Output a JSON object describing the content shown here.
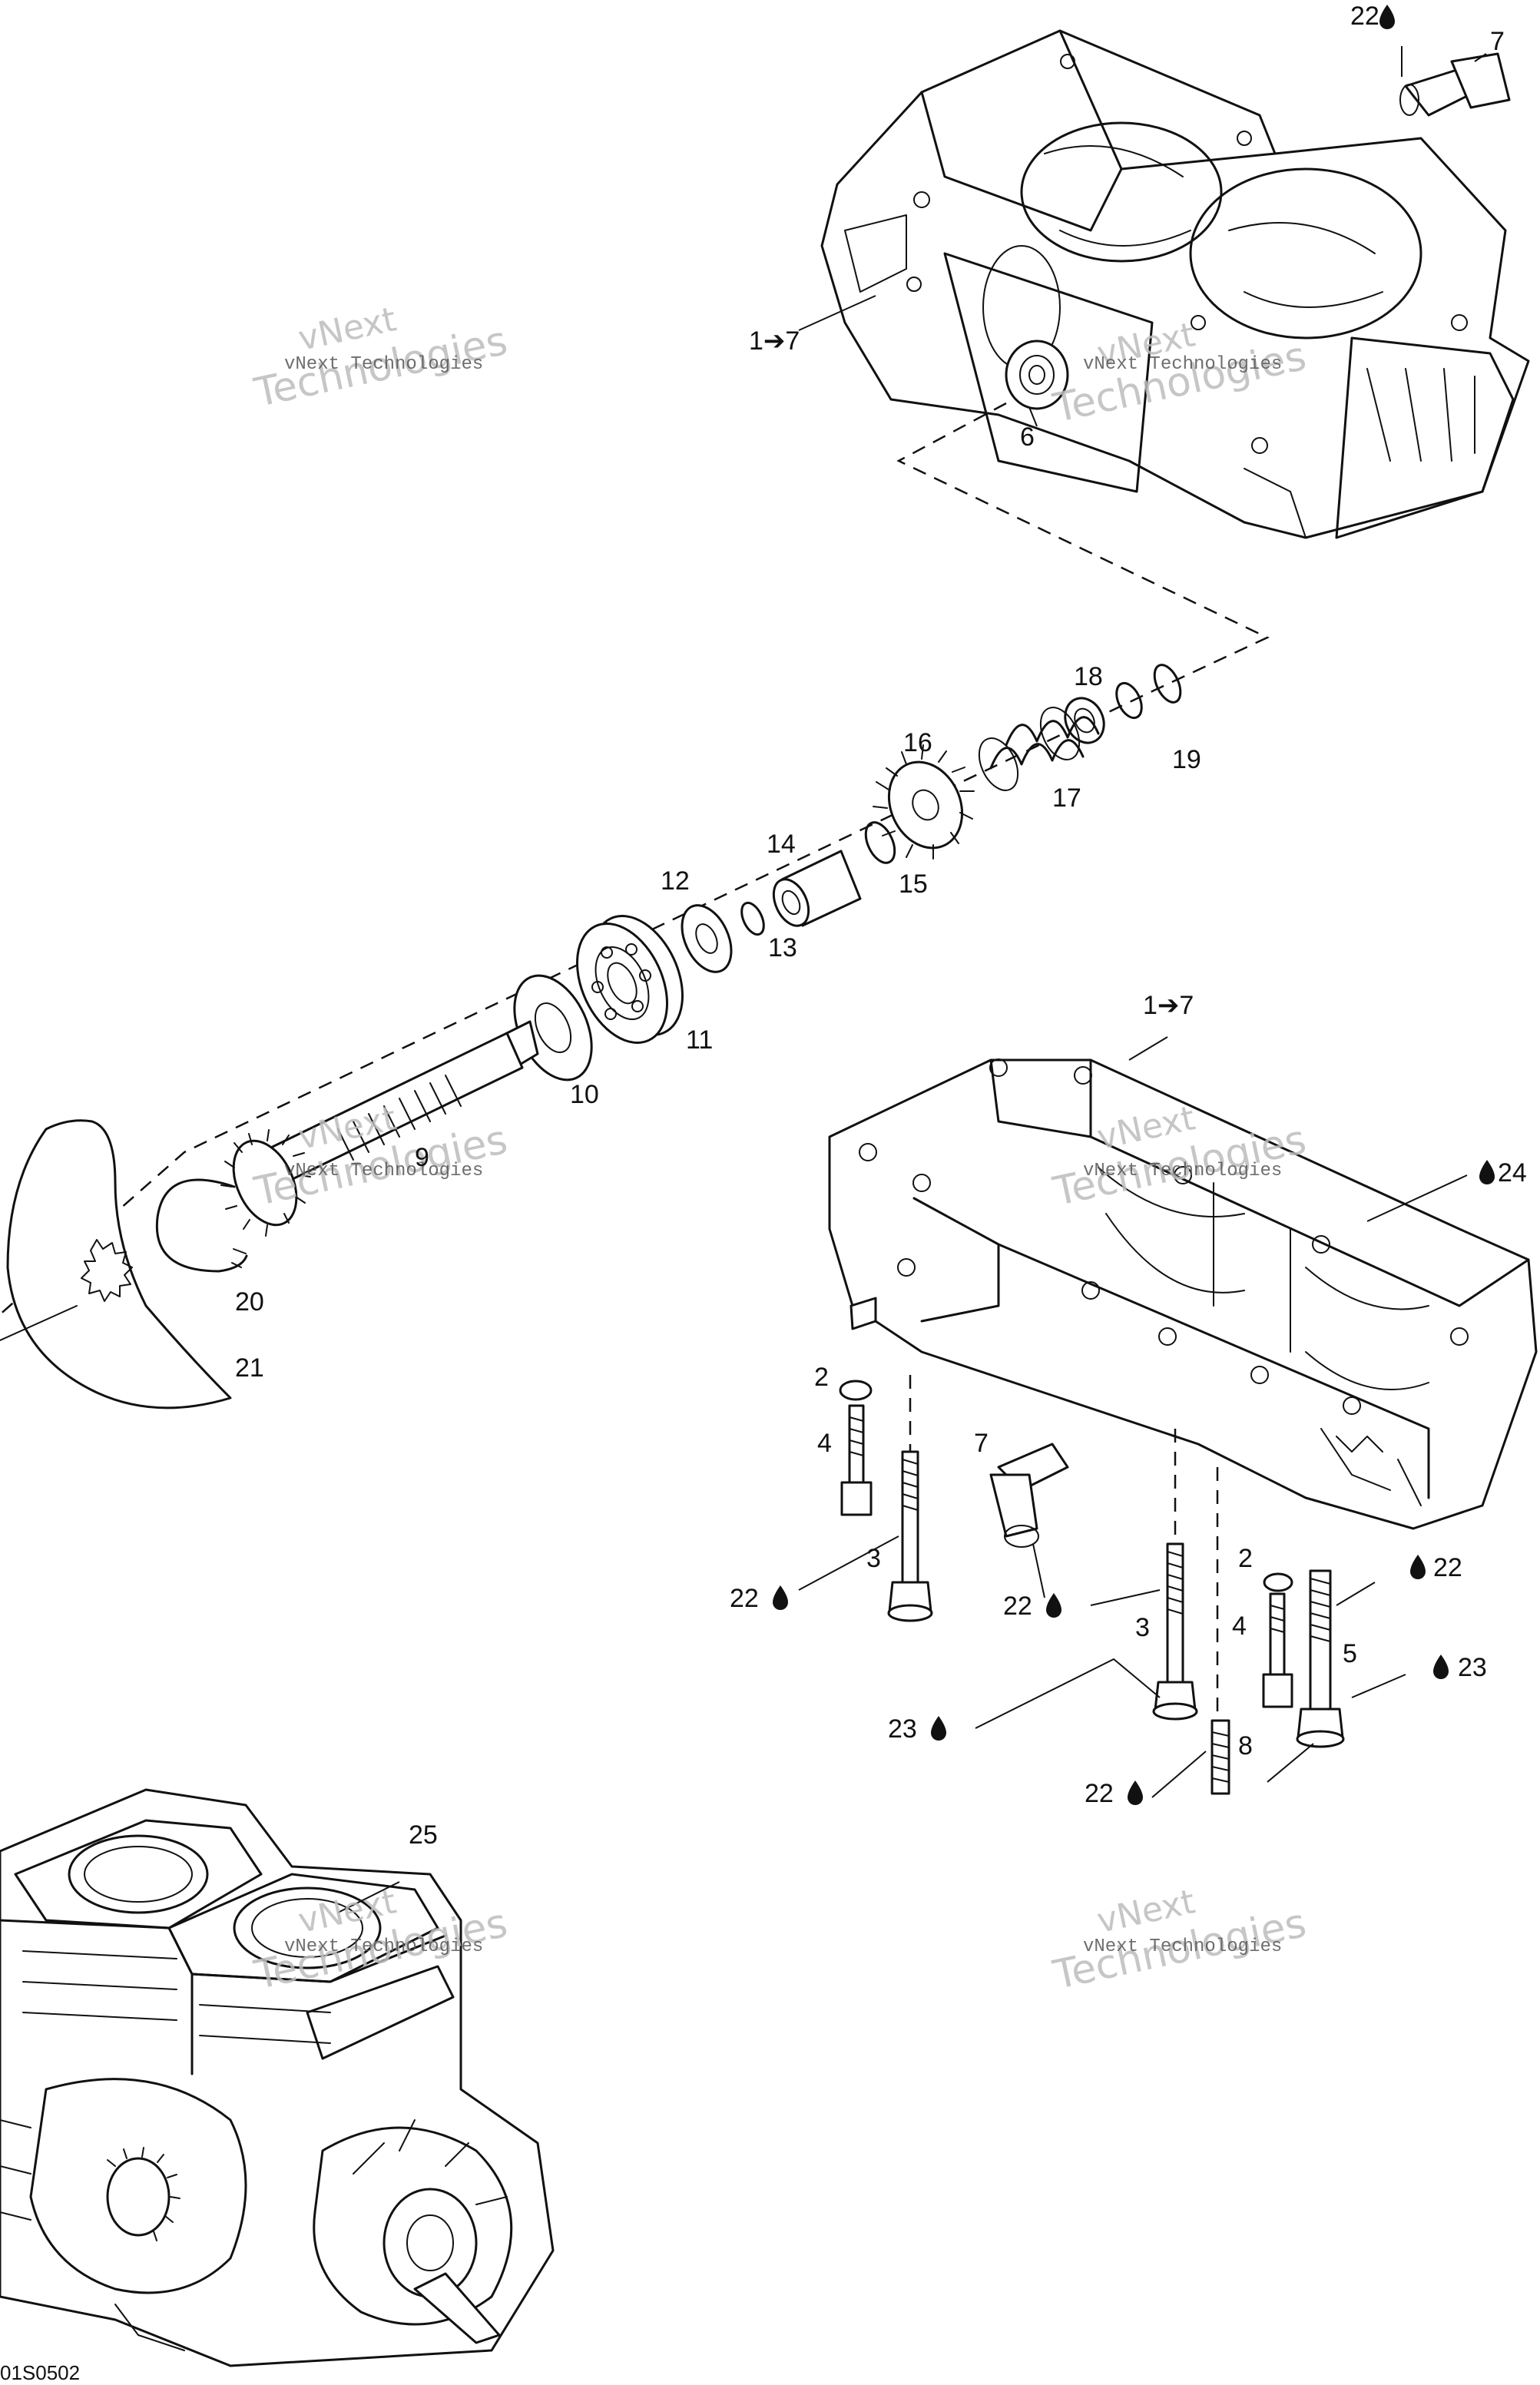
{
  "drawing_code": "01S0502",
  "watermark": {
    "line1": "vNext",
    "line2": "Technologies",
    "small": "vNext Technologies"
  },
  "callouts": {
    "c1_top": "1➔7",
    "c1_mid": "1➔7",
    "c2a": "2",
    "c2b": "2",
    "c3a": "3",
    "c3b": "3",
    "c4a": "4",
    "c4b": "4",
    "c5": "5",
    "c6": "6",
    "c7_top": "7",
    "c7_mid": "7",
    "c8": "8",
    "c9": "9",
    "c10": "10",
    "c11": "11",
    "c12": "12",
    "c13": "13",
    "c14": "14",
    "c15": "15",
    "c16": "16",
    "c17": "17",
    "c18": "18",
    "c19": "19",
    "c20": "20",
    "c21": "21",
    "c22_top": "22",
    "c22_a": "22",
    "c22_b": "22",
    "c22_c": "22",
    "c22_d": "22",
    "c23_a": "23",
    "c23_b": "23",
    "c24": "24",
    "c25": "25"
  },
  "icons": {
    "sealant": "liquid-drop-icon"
  },
  "colors": {
    "line": "#111111",
    "background": "#ffffff",
    "watermark": "#bdbdbd"
  }
}
